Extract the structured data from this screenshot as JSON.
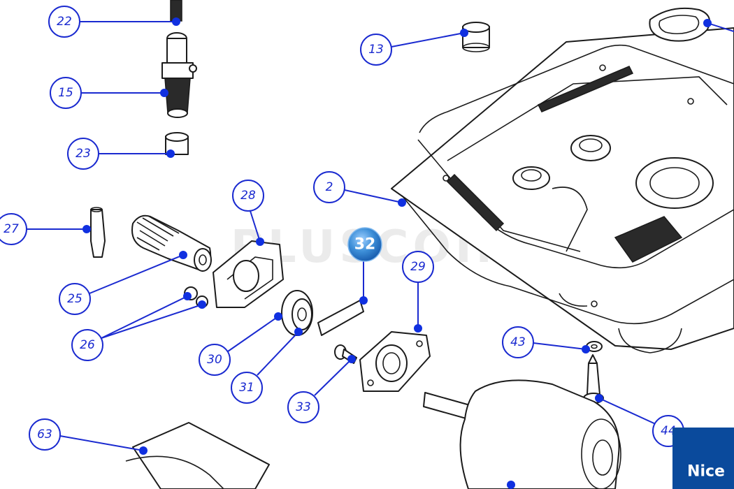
{
  "watermark_text": "PLUSCOIN",
  "brand_logo_text": "Nice",
  "highlighted_callout": "32",
  "callouts": [
    "22",
    "15",
    "23",
    "13",
    "2",
    "27",
    "25",
    "26",
    "28",
    "30",
    "31",
    "29",
    "33",
    "43",
    "44",
    "63"
  ],
  "colors": {
    "callout_blue": "#1a2ad0",
    "highlight_blue": "#3d8fd8",
    "brand_blue": "#0a4a9c"
  }
}
